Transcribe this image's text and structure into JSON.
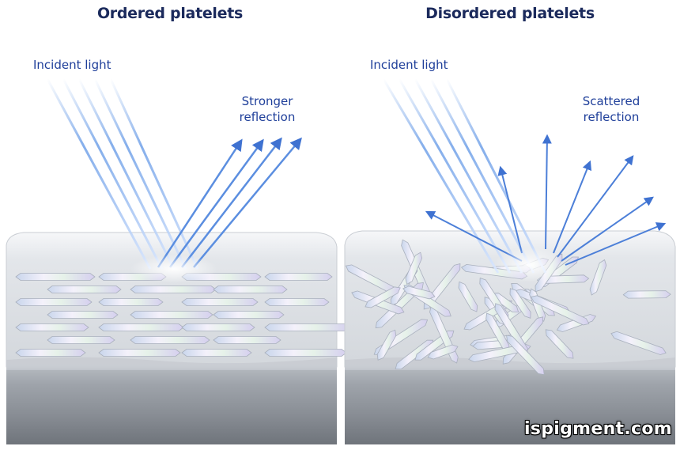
{
  "panels": [
    {
      "title": "Ordered platelets",
      "incident_label": "Incident light",
      "reflection_label_line1": "Stronger",
      "reflection_label_line2": "reflection"
    },
    {
      "title": "Disordered platelets",
      "incident_label": "Incident light",
      "reflection_label_line1": "Scattered",
      "reflection_label_line2": "reflection"
    }
  ],
  "watermark": "ispigment.com",
  "colors": {
    "title": "#1b2a5c",
    "label": "#1f3f9a",
    "ray": "#6fa0e8",
    "arrow": "#3f72d1",
    "coating": "#e8eaee",
    "substrate": "#8f949b"
  }
}
